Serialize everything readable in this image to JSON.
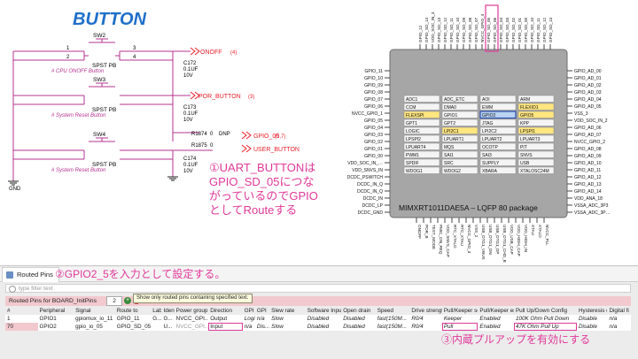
{
  "schematic": {
    "title": "BUTTON",
    "sw2": {
      "ref": "SW2",
      "type": "SPST PB",
      "desc": "# CPU ONOFF Button",
      "net": "ONOFF",
      "page": "(4)",
      "cap_ref": "C172",
      "cap_val": "0.1UF",
      "cap_volt": "10V"
    },
    "sw3": {
      "ref": "SW3",
      "type": "SPST PB",
      "desc": "# System Reset Button",
      "net": "POR_BUTTON",
      "page": "(3)",
      "cap_ref": "C173",
      "cap_val": "0.1UF",
      "cap_volt": "10V"
    },
    "sw4": {
      "ref": "SW4",
      "type": "SPST PB",
      "desc": "# System Reset Button",
      "net1": "GPIO_00",
      "net2": "USER_BUTTON",
      "page": "(5,7)",
      "r1": "R1874",
      "r1_val": "0",
      "dnp": "DNP",
      "r2": "R1875",
      "r2_val": "0",
      "cap_ref": "C174",
      "cap_val": "0.1UF",
      "cap_volt": "10V"
    },
    "pins": {
      "p1": "1",
      "p2": "2",
      "p3": "3",
      "p4": "4"
    },
    "gnd": "GND",
    "annotation1_lines": [
      "①UART_BUTTONは",
      "GPIO_SD_05につな",
      "がっているのでGPIO",
      "としてRouteする"
    ]
  },
  "chip": {
    "package_label": "MIMXRT1011DAE5A – LQFP 80 package",
    "top_pins": [
      "GPIO_12",
      "GPIO_SD_14",
      "VDD_SOC_IN_3",
      "GPIO_SD_13",
      "GPIO_SD_12",
      "GPIO_SD_11",
      "GPIO_SD_10",
      "GPIO_SD_09",
      "GPIO_SD_08",
      "GPIO_SD_07",
      "NVCC_GPIO_4",
      "GPIO_SD_05",
      "GPIO_SD_06",
      "GPIO_SD_04",
      "GPIO_SD_03",
      "GPIO_SD_02",
      "GPIO_SD_01",
      "GPIO_SD_00",
      "GPIO_SD_10",
      "GPIO_SD_11",
      "GPIO_SD_12",
      "GPIO_SD_13"
    ],
    "left_pins": [
      "GPIO_11",
      "GPIO_10",
      "GPIO_09",
      "GPIO_08",
      "GPIO_07",
      "GPIO_06",
      "NVCC_GPIO_1",
      "GPIO_05",
      "GPIO_04",
      "GPIO_03",
      "GPIO_02",
      "GPIO_01",
      "GPIO_00",
      "VDD_SOC_IN_…",
      "VDD_SNVS_IN",
      "DCDC_PSWITCH",
      "DCDC_IN_Q",
      "DCDC_IN_Q",
      "DCDC_IN",
      "DCDC_LP",
      "DCDC_GND"
    ],
    "right_pins": [
      "GPIO_AD_00",
      "GPIO_AD_01",
      "GPIO_AD_02",
      "GPIO_AD_03",
      "GPIO_AD_04",
      "GPIO_AD_05",
      "VSS_3",
      "VDD_SOC_IN_2",
      "GPIO_AD_06",
      "GPIO_AD_07",
      "NVCC_GPIO_2",
      "GPIO_AD_08",
      "GPIO_AD_09",
      "GPIO_AD_10",
      "GPIO_AD_11",
      "GPIO_AD_12",
      "GPIO_AD_13",
      "GPIO_AD_14",
      "VDD_ANA_18",
      "VSSA_ADC_3P3",
      "VSSA_ADC_3P…"
    ],
    "bottom_pins": [
      "ONOFF",
      "POR_B",
      "TEST_MODE",
      "PMIC_ON_REQ",
      "VDD_SNVS_CAP",
      "RTC_XTALO",
      "RTC_XTALI",
      "NVCC_GPIO_3",
      "VSS_2",
      "USB_OTG1_VBUS",
      "USB_OTG1_DN",
      "USB_OTG1_DP",
      "USB_OTG1_CHD_B",
      "VDD_USB_CAP",
      "VDD_HIGH_CAP",
      "VDD_HIGH_IN",
      "XTALI",
      "XTALO",
      "NVCC_PLL"
    ],
    "peripherals": [
      [
        "ADC1",
        "ADC_ETC",
        "AOI",
        "ARM"
      ],
      [
        "CCM",
        "DMA0",
        "EWM",
        "FLEXIO1"
      ],
      [
        "FLEXSPI",
        "GPIO1",
        "GPIO2",
        "GPIO5"
      ],
      [
        "GPT1",
        "GPT2",
        "JTAG",
        "KPP"
      ],
      [
        "LOGIC",
        "LPI2C1",
        "LPI2C2",
        "LPSPI1"
      ],
      [
        "LPSPI2",
        "LPUART1",
        "LPUART2",
        "LPUART3"
      ],
      [
        "LPUART4",
        "MQS",
        "OCOTP",
        "PIT"
      ],
      [
        "PWM1",
        "SAI1",
        "SAI3",
        "SNVS"
      ],
      [
        "SPDIF",
        "SRC",
        "SUPPLY",
        "USB"
      ],
      [
        "WDOG1",
        "WDOG2",
        "XBARA",
        "XTALOSC24M"
      ]
    ]
  },
  "pane": {
    "tab_label": "Routed Pins",
    "annotation2": "②GPIO2_5を入力として設定する。",
    "filter_placeholder": "type filter text",
    "toolbar_label": "Routed Pins for BOARD_InitPins",
    "toolbar_count": "2",
    "tooltip": "Show only routed pins containing specified text.",
    "columns": [
      "#",
      "Peripheral",
      "Signal",
      "Route to",
      "Label",
      "Identifier",
      "Power group",
      "Direction",
      "GPIO initial state",
      "GPIO...",
      "Slew rate",
      "Software Input On",
      "Open drain",
      "Speed",
      "Drive strength",
      "Pull/Keeper select",
      "Pull/Keeper enable",
      "Pull Up/Down Config",
      "Hysteresis enable",
      "Digital filter"
    ],
    "col_short": [
      "#",
      "Peripheral",
      "Signal",
      "Route to",
      "Label",
      "Identifier",
      "Power group",
      "Direction",
      "GPI",
      "GPI",
      "Slew rate",
      "Software Input On",
      "Open drain",
      "Speed",
      "Drive strength",
      "Pull/Keeper se",
      "Pull/Keeper en",
      "Pull Up/Down Config",
      "Hysteresis enabl",
      "Digital fi"
    ],
    "rows": [
      [
        "1",
        "GPIO1",
        "gpiomux_io_11",
        "GPIO_11",
        "G...",
        "G...",
        "NVCC_GPI...",
        "Output",
        "Logi...",
        "n/a",
        "Slow",
        "Disabled",
        "Disabled",
        "fast(150M...",
        "R0/4",
        "Keeper",
        "Enabled",
        "100K Ohm Pull Down",
        "Disable",
        "n/a"
      ],
      [
        "70",
        "GPIO2",
        "gpio_io_05",
        "GPIO_SD_05",
        "",
        "U...",
        "NVCC_GPI...",
        "Input",
        "n/a",
        "Dis...",
        "Slow",
        "Disabled",
        "Disabled",
        "fast(150M...",
        "R0/4",
        "Pull",
        "Enabled",
        "47K Ohm Pull Up",
        "Disable",
        "n/a"
      ]
    ],
    "annotation3": "③内蔵プルアップを有効にする"
  },
  "colors": {
    "title_blue": "#1f6fc9",
    "net_red": "#e8212b",
    "wire_magenta": "#b5338f",
    "annotation_pink": "#e0399a",
    "chip_bg": "#a6a6a6"
  }
}
